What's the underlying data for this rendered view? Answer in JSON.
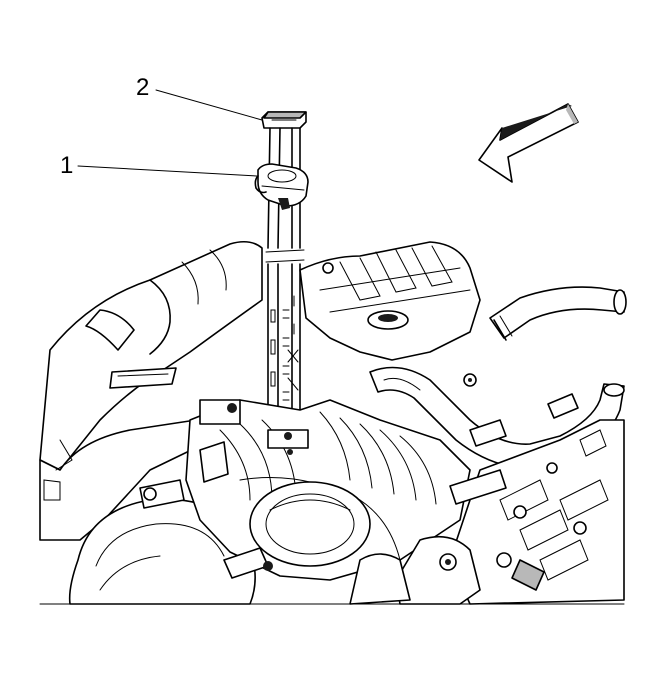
{
  "callouts": [
    {
      "number": "1",
      "part": "engine-oil-fill-cap"
    },
    {
      "number": "2",
      "part": "engine-oil-level-indicator"
    }
  ],
  "direction_arrow": {
    "icon": "view-direction-arrow-icon"
  },
  "colors": {
    "line": "#000000",
    "shade": "#b8b8b8",
    "background": "#ffffff"
  }
}
